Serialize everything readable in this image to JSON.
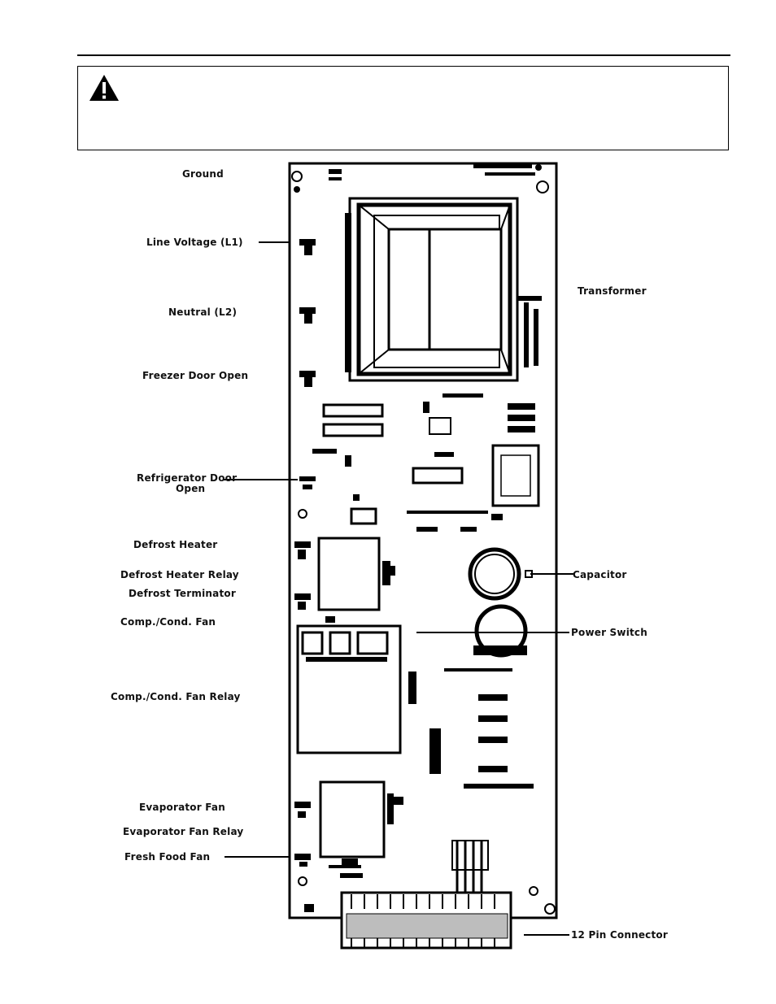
{
  "warning": {
    "icon": "warning-triangle-icon"
  },
  "labels": {
    "ground": "Ground",
    "line_voltage": "Line Voltage (L1)",
    "neutral": "Neutral (L2)",
    "freezer_door": "Freezer Door Open",
    "refrigerator_door_1": "Refrigerator Door",
    "refrigerator_door_2": "Open",
    "defrost_heater": "Defrost Heater",
    "defrost_heater_relay": "Defrost Heater Relay",
    "defrost_terminator": "Defrost Terminator",
    "comp_cond_fan": "Comp./Cond. Fan",
    "comp_cond_fan_relay": "Comp./Cond. Fan Relay",
    "evaporator_fan": "Evaporator Fan",
    "evaporator_fan_relay": "Evaporator Fan Relay",
    "fresh_food_fan": "Fresh Food Fan",
    "transformer": "Transformer",
    "capacitor": "Capacitor",
    "power_switch": "Power Switch",
    "connector": "12 Pin Connector"
  }
}
